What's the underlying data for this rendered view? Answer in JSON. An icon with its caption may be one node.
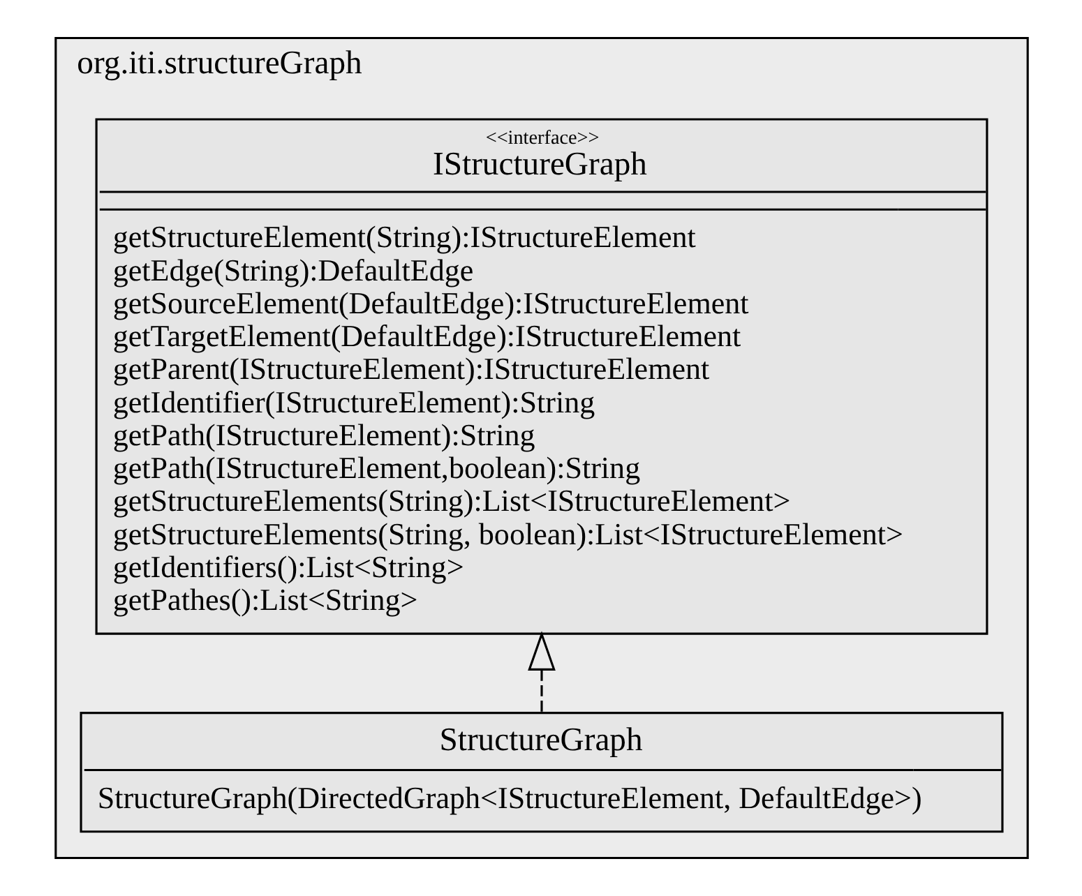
{
  "diagram": {
    "nodes": [
      {
        "text": [
          "org.iti.structureGraph"
        ]
      },
      {
        "text": [
          "<<interface>>",
          "IStructureGraph",
          "getStructureElement(String):IStructureElement",
          "getEdge(String):DefaultEdge",
          "getSourceElement(DefaultEdge):IStructureElement",
          "getTargetElement(DefaultEdge):IStructureElement",
          "getParent(IStructureElement):IStructureElement",
          "getIdentifier(IStructureElement):String",
          "getPath(IStructureElement):String",
          "getPath(IStructureElement,boolean):String",
          "getStructureElements(String):List<IStructureElement>",
          "getStructureElements(String, boolean):List<IStructureElement>",
          "getIdentifiers():List<String>",
          "getPathes():List<String>"
        ],
        "in": 0
      },
      {
        "text": [
          "StructureGraph",
          "StructureGraph(DirectedGraph<IStructureElement, DefaultEdge>)"
        ],
        "in": 0
      }
    ],
    "edges": [
      {
        "from": 2,
        "to": 1,
        "arrow": "to",
        "style": "dashed"
      }
    ]
  }
}
